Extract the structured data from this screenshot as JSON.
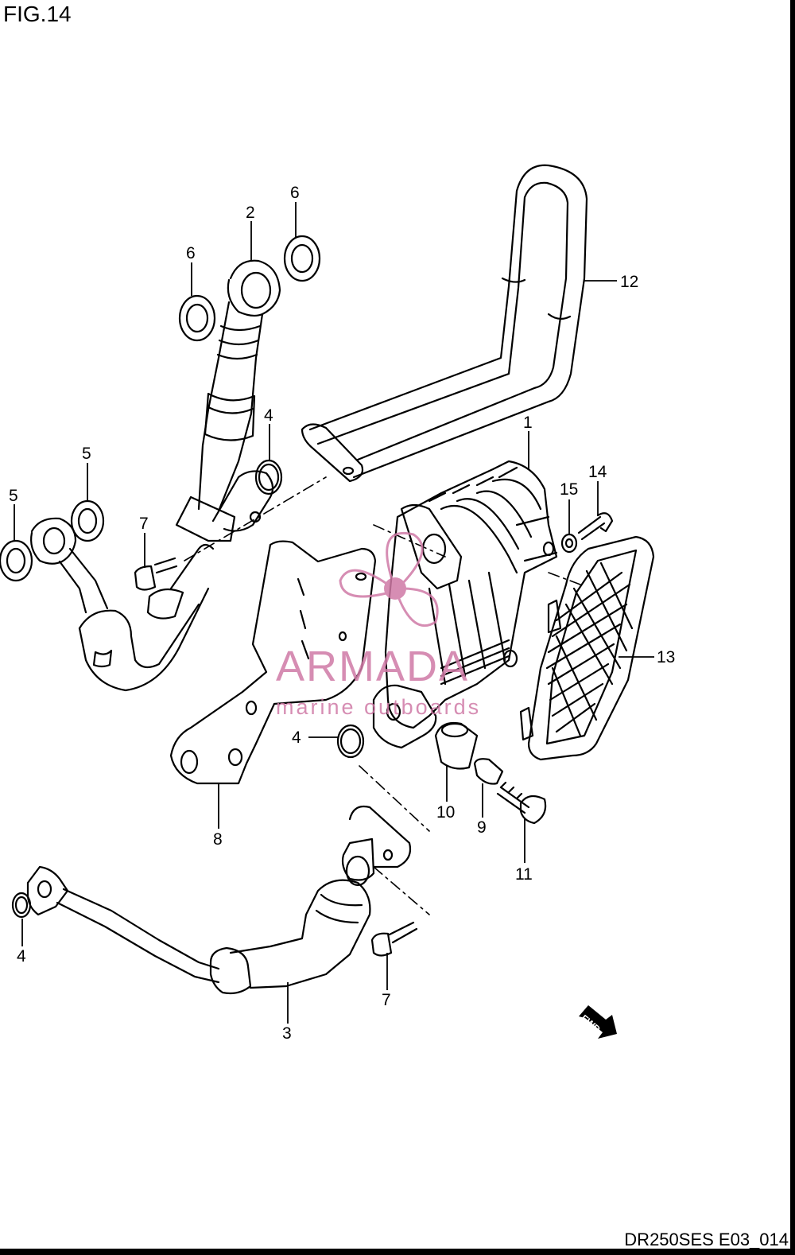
{
  "figure_title": "FIG.14",
  "reference_code": "DR250SES E03_014",
  "watermark": {
    "brand": "ARMADA",
    "tagline": "marine outboards",
    "color": "#d07aa6"
  },
  "fwd_label": "FWD",
  "callouts": [
    {
      "id": "c1",
      "label": "1"
    },
    {
      "id": "c2",
      "label": "2"
    },
    {
      "id": "c3",
      "label": "3"
    },
    {
      "id": "c4a",
      "label": "4"
    },
    {
      "id": "c4b",
      "label": "4"
    },
    {
      "id": "c4c",
      "label": "4"
    },
    {
      "id": "c5a",
      "label": "5"
    },
    {
      "id": "c5b",
      "label": "5"
    },
    {
      "id": "c6a",
      "label": "6"
    },
    {
      "id": "c6b",
      "label": "6"
    },
    {
      "id": "c7a",
      "label": "7"
    },
    {
      "id": "c7b",
      "label": "7"
    },
    {
      "id": "c8",
      "label": "8"
    },
    {
      "id": "c9",
      "label": "9"
    },
    {
      "id": "c10",
      "label": "10"
    },
    {
      "id": "c11",
      "label": "11"
    },
    {
      "id": "c12",
      "label": "12"
    },
    {
      "id": "c13",
      "label": "13"
    },
    {
      "id": "c14",
      "label": "14"
    },
    {
      "id": "c15",
      "label": "15"
    }
  ]
}
